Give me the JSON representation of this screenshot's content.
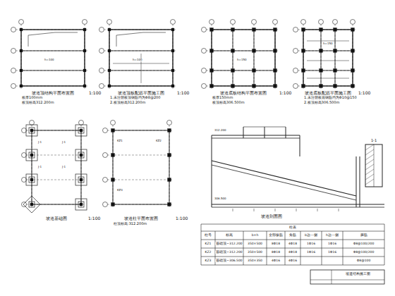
{
  "diagram": {
    "labels": [
      "坡道顶结构平面布置图",
      "1:100",
      "板厚100mm",
      "板顶标高312.200m",
      "坡道顶板配筋平面施工图",
      "1:100",
      "1.未注明板顶钢筋均为Φ8@200",
      "2.板顶标高312.200m",
      "坡道底板结构平面布置图",
      "1:100",
      "板厚150mm",
      "板顶标高306.500m",
      "坡道底板配筋平面施工图",
      "1:100",
      "1.未注明板底钢筋均为Φ10@150",
      "2.板顶标高306.500m",
      "坡道基础图",
      "1:100",
      "坡道柱平面布置图",
      "1:100",
      "柱顶标高:312.200m",
      "坡道剖面图",
      "h=100",
      "h=100",
      "h=150",
      "h=150",
      "J-1",
      "J-1",
      "J-1",
      "J-1",
      "KZ1",
      "KZ2",
      "KZ3",
      "312.200",
      "306.500",
      "1-1",
      "坡道结构施工图",
      "柱表",
      "柱号",
      "标高",
      "b×h",
      "全部纵筋",
      "角筋",
      "b边一侧",
      "h边一侧",
      "箍筋",
      "KZ1",
      "基础顶~312.200",
      "350×500",
      "8Φ18",
      "4Φ18",
      "1Φ16",
      "1Φ16",
      "Φ8@100/200",
      "KZ2",
      "基础顶~312.200",
      "350×500",
      "8Φ18",
      "4Φ18",
      "1Φ16",
      "1Φ16",
      "Φ8@100/200",
      "KZ3",
      "基础顶~306.500",
      "350×350",
      "4Φ16",
      "4Φ16",
      "",
      "",
      "Φ8@100"
    ]
  }
}
